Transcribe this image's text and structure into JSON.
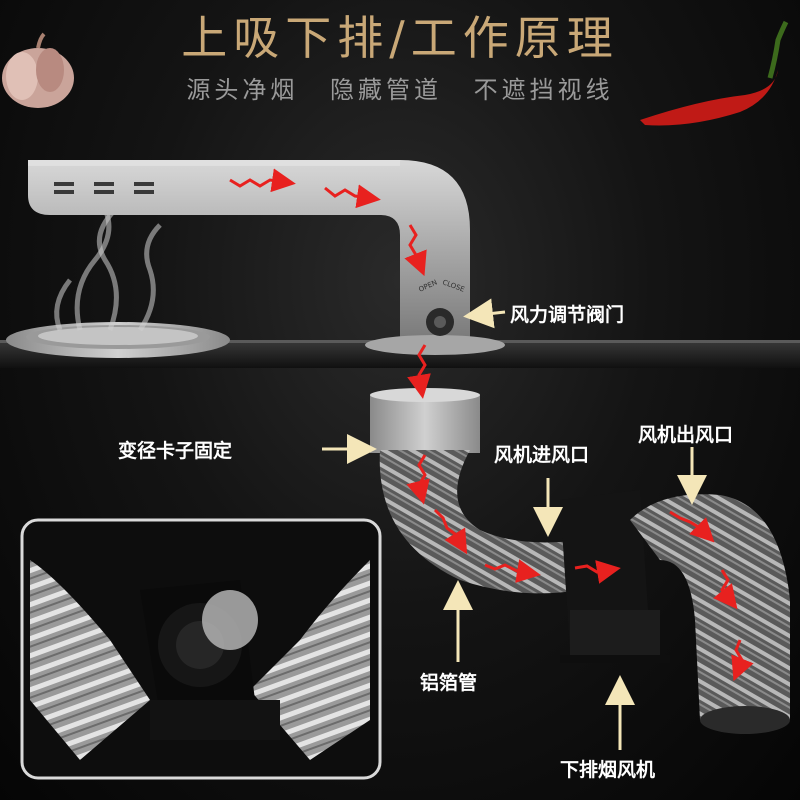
{
  "title": "上吸下排/工作原理",
  "subtitle": [
    "源头净烟",
    "隐藏管道",
    "不遮挡视线"
  ],
  "valve_text": [
    "OPEN",
    "CLOSE"
  ],
  "labels": {
    "damper": "风力调节阀门",
    "reducer": "变径卡子固定",
    "fan_inlet": "风机进风口",
    "fan_outlet": "风机出风口",
    "foil_duct": "铝箔管",
    "exhaust_fan": "下排烟风机"
  },
  "colors": {
    "title": "#c9a877",
    "subtitle": "#9a9a9a",
    "arrow": "#e8211f",
    "label": "#ffffff",
    "pointer": "#f4e6b8"
  },
  "icons": [
    "garlic-icon",
    "chili-icon",
    "smoke-icon"
  ]
}
